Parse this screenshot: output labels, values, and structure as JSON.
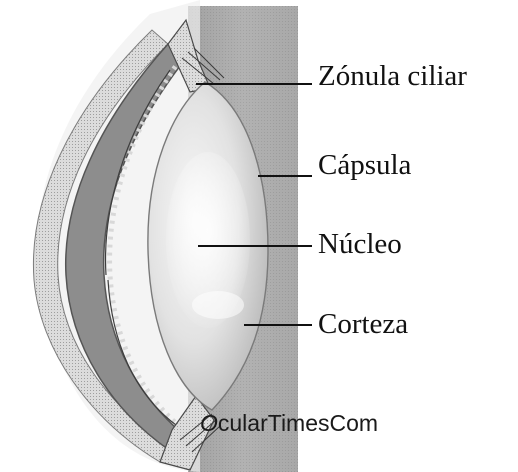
{
  "diagram": {
    "labels": {
      "zonula": "Zónula ciliar",
      "capsula": "Cápsula",
      "nucleo": "Núcleo",
      "corteza": "Corteza"
    },
    "watermark": {
      "prefix": "O",
      "rest": "cularTimesCom"
    }
  },
  "colors": {
    "background": "#ffffff",
    "side_panel": "#9c9c9c",
    "leader_line": "#111111",
    "text": "#111111"
  }
}
